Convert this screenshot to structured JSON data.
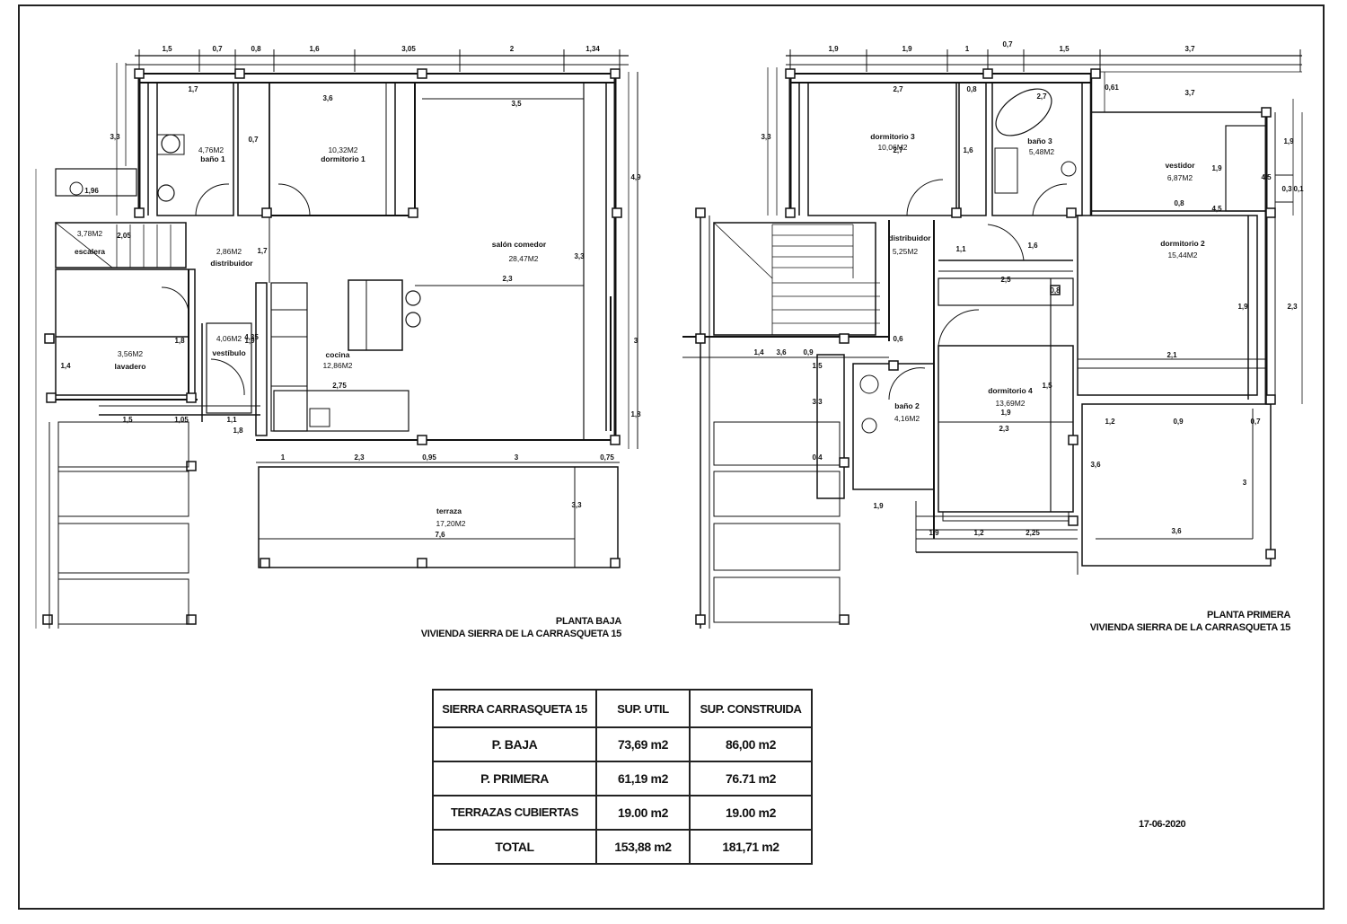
{
  "ground_floor": {
    "caption_line1": "PLANTA BAJA",
    "caption_line2": "VIVIENDA SIERRA DE LA CARRASQUETA 15",
    "dims_top": [
      "1,5",
      "0,7",
      "0,8",
      "1,6",
      "3,05",
      "2",
      "1,34"
    ],
    "dims_bottom": [
      "1",
      "2,3",
      "0,95",
      "3",
      "0,75"
    ],
    "dims_misc": [
      "1,7",
      "0,7",
      "3,6",
      "1,96",
      "2,05",
      "7,6",
      "3,3",
      "4,9",
      "3,5",
      "2,3",
      "2,75",
      "1,5",
      "1,05",
      "1,1",
      "3,3",
      "1,4",
      "1,8",
      "1,9",
      "1,7",
      "3,3",
      "3",
      "1,8",
      "1,8",
      "4,35"
    ],
    "rooms": [
      {
        "name": "baño 1",
        "area": "4,76M2"
      },
      {
        "name": "dormitorio 1",
        "area": "10,32M2"
      },
      {
        "name": "salón comedor",
        "area": "28,47M2"
      },
      {
        "name": "escalera",
        "area": "3,78M2"
      },
      {
        "name": "distribuidor",
        "area": "2,86M2"
      },
      {
        "name": "vestíbulo",
        "area": "4,06M2"
      },
      {
        "name": "lavadero",
        "area": "3,56M2"
      },
      {
        "name": "cocina",
        "area": "12,86M2"
      },
      {
        "name": "terraza",
        "area": "17,20M2"
      }
    ]
  },
  "first_floor": {
    "caption_line1": "PLANTA PRIMERA",
    "caption_line2": "VIVIENDA SIERRA DE LA CARRASQUETA 15",
    "dims_top": [
      "1,9",
      "1,9",
      "1",
      "0,7",
      "1,5",
      "3,7"
    ],
    "dims_misc": [
      "2,7",
      "0,8",
      "2,7",
      "0,61",
      "3,7",
      "1,9",
      "3,3",
      "2,7",
      "1,6",
      "1,9",
      "1,1",
      "1,6",
      "2,5",
      "0,8",
      "0,8",
      "1,9",
      "2,3",
      "2,1",
      "1,4",
      "0,9",
      "1,5",
      "3,3",
      "1,5",
      "1,9",
      "0,4",
      "1,9",
      "1,9",
      "1,2",
      "2,25",
      "3,6",
      "3,6",
      "3",
      "0,9",
      "1,2",
      "0,7",
      "0,3",
      "0,1",
      "4,5",
      "4,5",
      "3,6",
      "2,3",
      "0,6"
    ],
    "rooms": [
      {
        "name": "dormitorio 3",
        "area": "10,06M2"
      },
      {
        "name": "baño 3",
        "area": "5,48M2"
      },
      {
        "name": "vestidor",
        "area": "6,87M2"
      },
      {
        "name": "dormitorio 2",
        "area": "15,44M2"
      },
      {
        "name": "distribuidor",
        "area": "5,25M2"
      },
      {
        "name": "dormitorio 4",
        "area": "13,69M2"
      },
      {
        "name": "baño 2",
        "area": "4,16M2"
      }
    ]
  },
  "area_table": {
    "headers": [
      "SIERRA CARRASQUETA 15",
      "SUP. UTIL",
      "SUP. CONSTRUIDA"
    ],
    "rows": [
      [
        "P. BAJA",
        "73,69 m2",
        "86,00 m2"
      ],
      [
        "P. PRIMERA",
        "61,19 m2",
        "76.71 m2"
      ],
      [
        "TERRAZAS CUBIERTAS",
        "19.00 m2",
        "19.00 m2"
      ],
      [
        "TOTAL",
        "153,88 m2",
        "181,71 m2"
      ]
    ]
  },
  "date": "17-06-2020"
}
